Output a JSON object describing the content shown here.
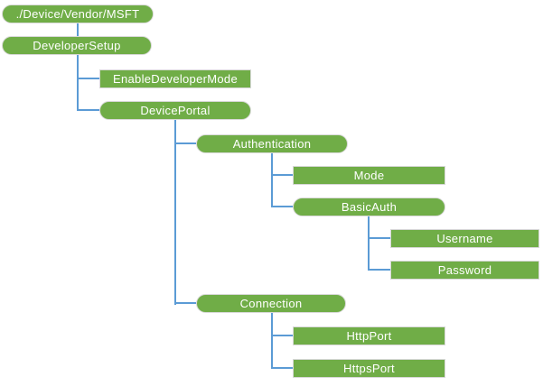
{
  "diagram_type": "tree",
  "nodes": {
    "root": "./Device/Vendor/MSFT",
    "developer_setup": "DeveloperSetup",
    "enable_developer_mode": "EnableDeveloperMode",
    "device_portal": "DevicePortal",
    "authentication": "Authentication",
    "mode": "Mode",
    "basic_auth": "BasicAuth",
    "username": "Username",
    "password": "Password",
    "connection": "Connection",
    "http_port": "HttpPort",
    "https_port": "HttpsPort"
  },
  "hierarchy": {
    "./Device/Vendor/MSFT": {
      "DeveloperSetup": {
        "EnableDeveloperMode": {},
        "DevicePortal": {
          "Authentication": {
            "Mode": {},
            "BasicAuth": {
              "Username": {},
              "Password": {}
            }
          },
          "Connection": {
            "HttpPort": {},
            "HttpsPort": {}
          }
        }
      }
    }
  },
  "colors": {
    "node_fill": "#70AD47",
    "node_border": "#D9D9D9",
    "connector": "#5B9BD5",
    "node_text": "#FFFFFF",
    "background": "#FFFFFF"
  }
}
